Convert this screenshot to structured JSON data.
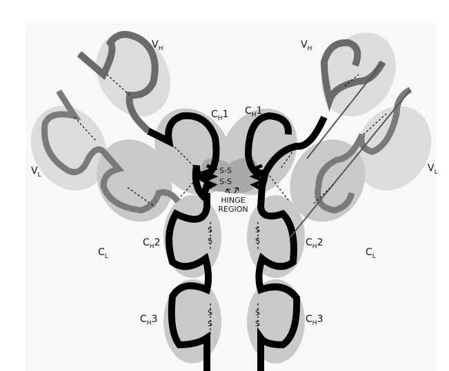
{
  "labels": {
    "vh_left": {
      "main": "V",
      "sub": "H"
    },
    "vh_right": {
      "main": "V",
      "sub": "H"
    },
    "ch1_left": {
      "main": "C",
      "sub": "H",
      "suffix": "1"
    },
    "ch1_right": {
      "main": "C",
      "sub": "H",
      "suffix": "1"
    },
    "vl_left": {
      "main": "V",
      "sub": "L"
    },
    "vl_right": {
      "main": "V",
      "sub": "L"
    },
    "cl_left": {
      "main": "C",
      "sub": "L"
    },
    "cl_right": {
      "main": "C",
      "sub": "L"
    },
    "ch2_left": {
      "main": "C",
      "sub": "H",
      "suffix": "2"
    },
    "ch2_right": {
      "main": "C",
      "sub": "H",
      "suffix": "2"
    },
    "ch3_left": {
      "main": "C",
      "sub": "H",
      "suffix": "3"
    },
    "ch3_right": {
      "main": "C",
      "sub": "H",
      "suffix": "3"
    }
  },
  "hinge": {
    "line1": "HINGE",
    "line2": "REGION"
  },
  "disulfide": {
    "horizontal": "S-S",
    "atom": "S"
  },
  "colors": {
    "variable_domain": "#dcdcdc",
    "constant_domain": "#c9c9c9",
    "hinge_blob": "#a9a9a9",
    "heavy_chain": "#000000",
    "light_chain": "#7a7a7a"
  }
}
